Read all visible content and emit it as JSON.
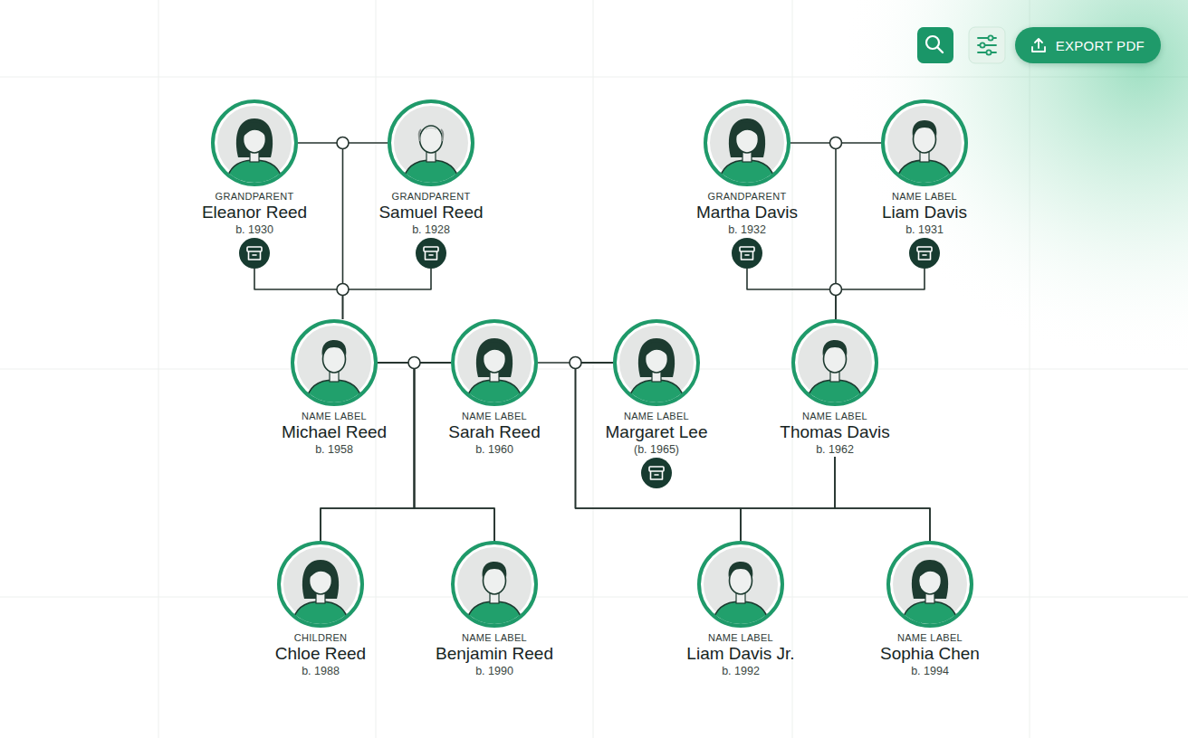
{
  "diagram": {
    "nodes": [
      {
        "text": [
          "EXPORT PDF"
        ]
      },
      {
        "text": [
          "GRANDPARENT",
          "Eleanor Reed",
          "b. 1930"
        ]
      },
      {
        "text": [
          "GRANDPARENT",
          "Samuel Reed",
          "b. 1928"
        ]
      },
      {
        "text": [
          "GRANDPARENT",
          "Martha Davis",
          "b. 1932"
        ]
      },
      {
        "text": [
          "NAME LABEL",
          "Liam Davis",
          "b. 1931"
        ]
      },
      {
        "text": [
          "NAME LABEL",
          "Michael Reed",
          "b. 1958"
        ]
      },
      {
        "text": [
          "NAME LABEL",
          "Sarah Reed",
          "b. 1960"
        ]
      },
      {
        "text": [
          "NAME LABEL",
          "Margaret Lee",
          "(b. 1965)"
        ]
      },
      {
        "text": [
          "NAME LABEL",
          "Thomas Davis",
          "b. 1962"
        ]
      },
      {
        "text": [
          "CHILDREN",
          "Chloe Reed",
          "b. 1988"
        ]
      },
      {
        "text": [
          "NAME LABEL",
          "Benjamin Reed",
          "b. 1990"
        ]
      },
      {
        "text": [
          "NAME LABEL",
          "Liam Davis Jr.",
          "b. 1992"
        ]
      },
      {
        "text": [
          "NAME LABEL",
          "Sophia Chen",
          "b. 1994"
        ]
      }
    ],
    "edges": [
      {
        "from": 1,
        "to": 2,
        "arrow": "none"
      },
      {
        "from": 1,
        "to": 5,
        "arrow": "none"
      },
      {
        "from": 2,
        "to": 5,
        "arrow": "none"
      },
      {
        "from": 3,
        "to": 4,
        "arrow": "none"
      },
      {
        "from": 3,
        "to": 8,
        "arrow": "none"
      },
      {
        "from": 4,
        "to": 8,
        "arrow": "none"
      },
      {
        "from": 5,
        "to": 6,
        "arrow": "none"
      },
      {
        "from": 5,
        "to": 9,
        "arrow": "none"
      },
      {
        "from": 6,
        "to": 9,
        "arrow": "none"
      },
      {
        "from": 5,
        "to": 10,
        "arrow": "none"
      },
      {
        "from": 6,
        "to": 10,
        "arrow": "none"
      },
      {
        "from": 6,
        "to": 7,
        "arrow": "none"
      },
      {
        "from": 7,
        "to": 11,
        "arrow": "none"
      },
      {
        "from": 7,
        "to": 12,
        "arrow": "none"
      },
      {
        "from": 8,
        "to": 11,
        "arrow": "none"
      },
      {
        "from": 8,
        "to": 12,
        "arrow": "none"
      }
    ]
  }
}
